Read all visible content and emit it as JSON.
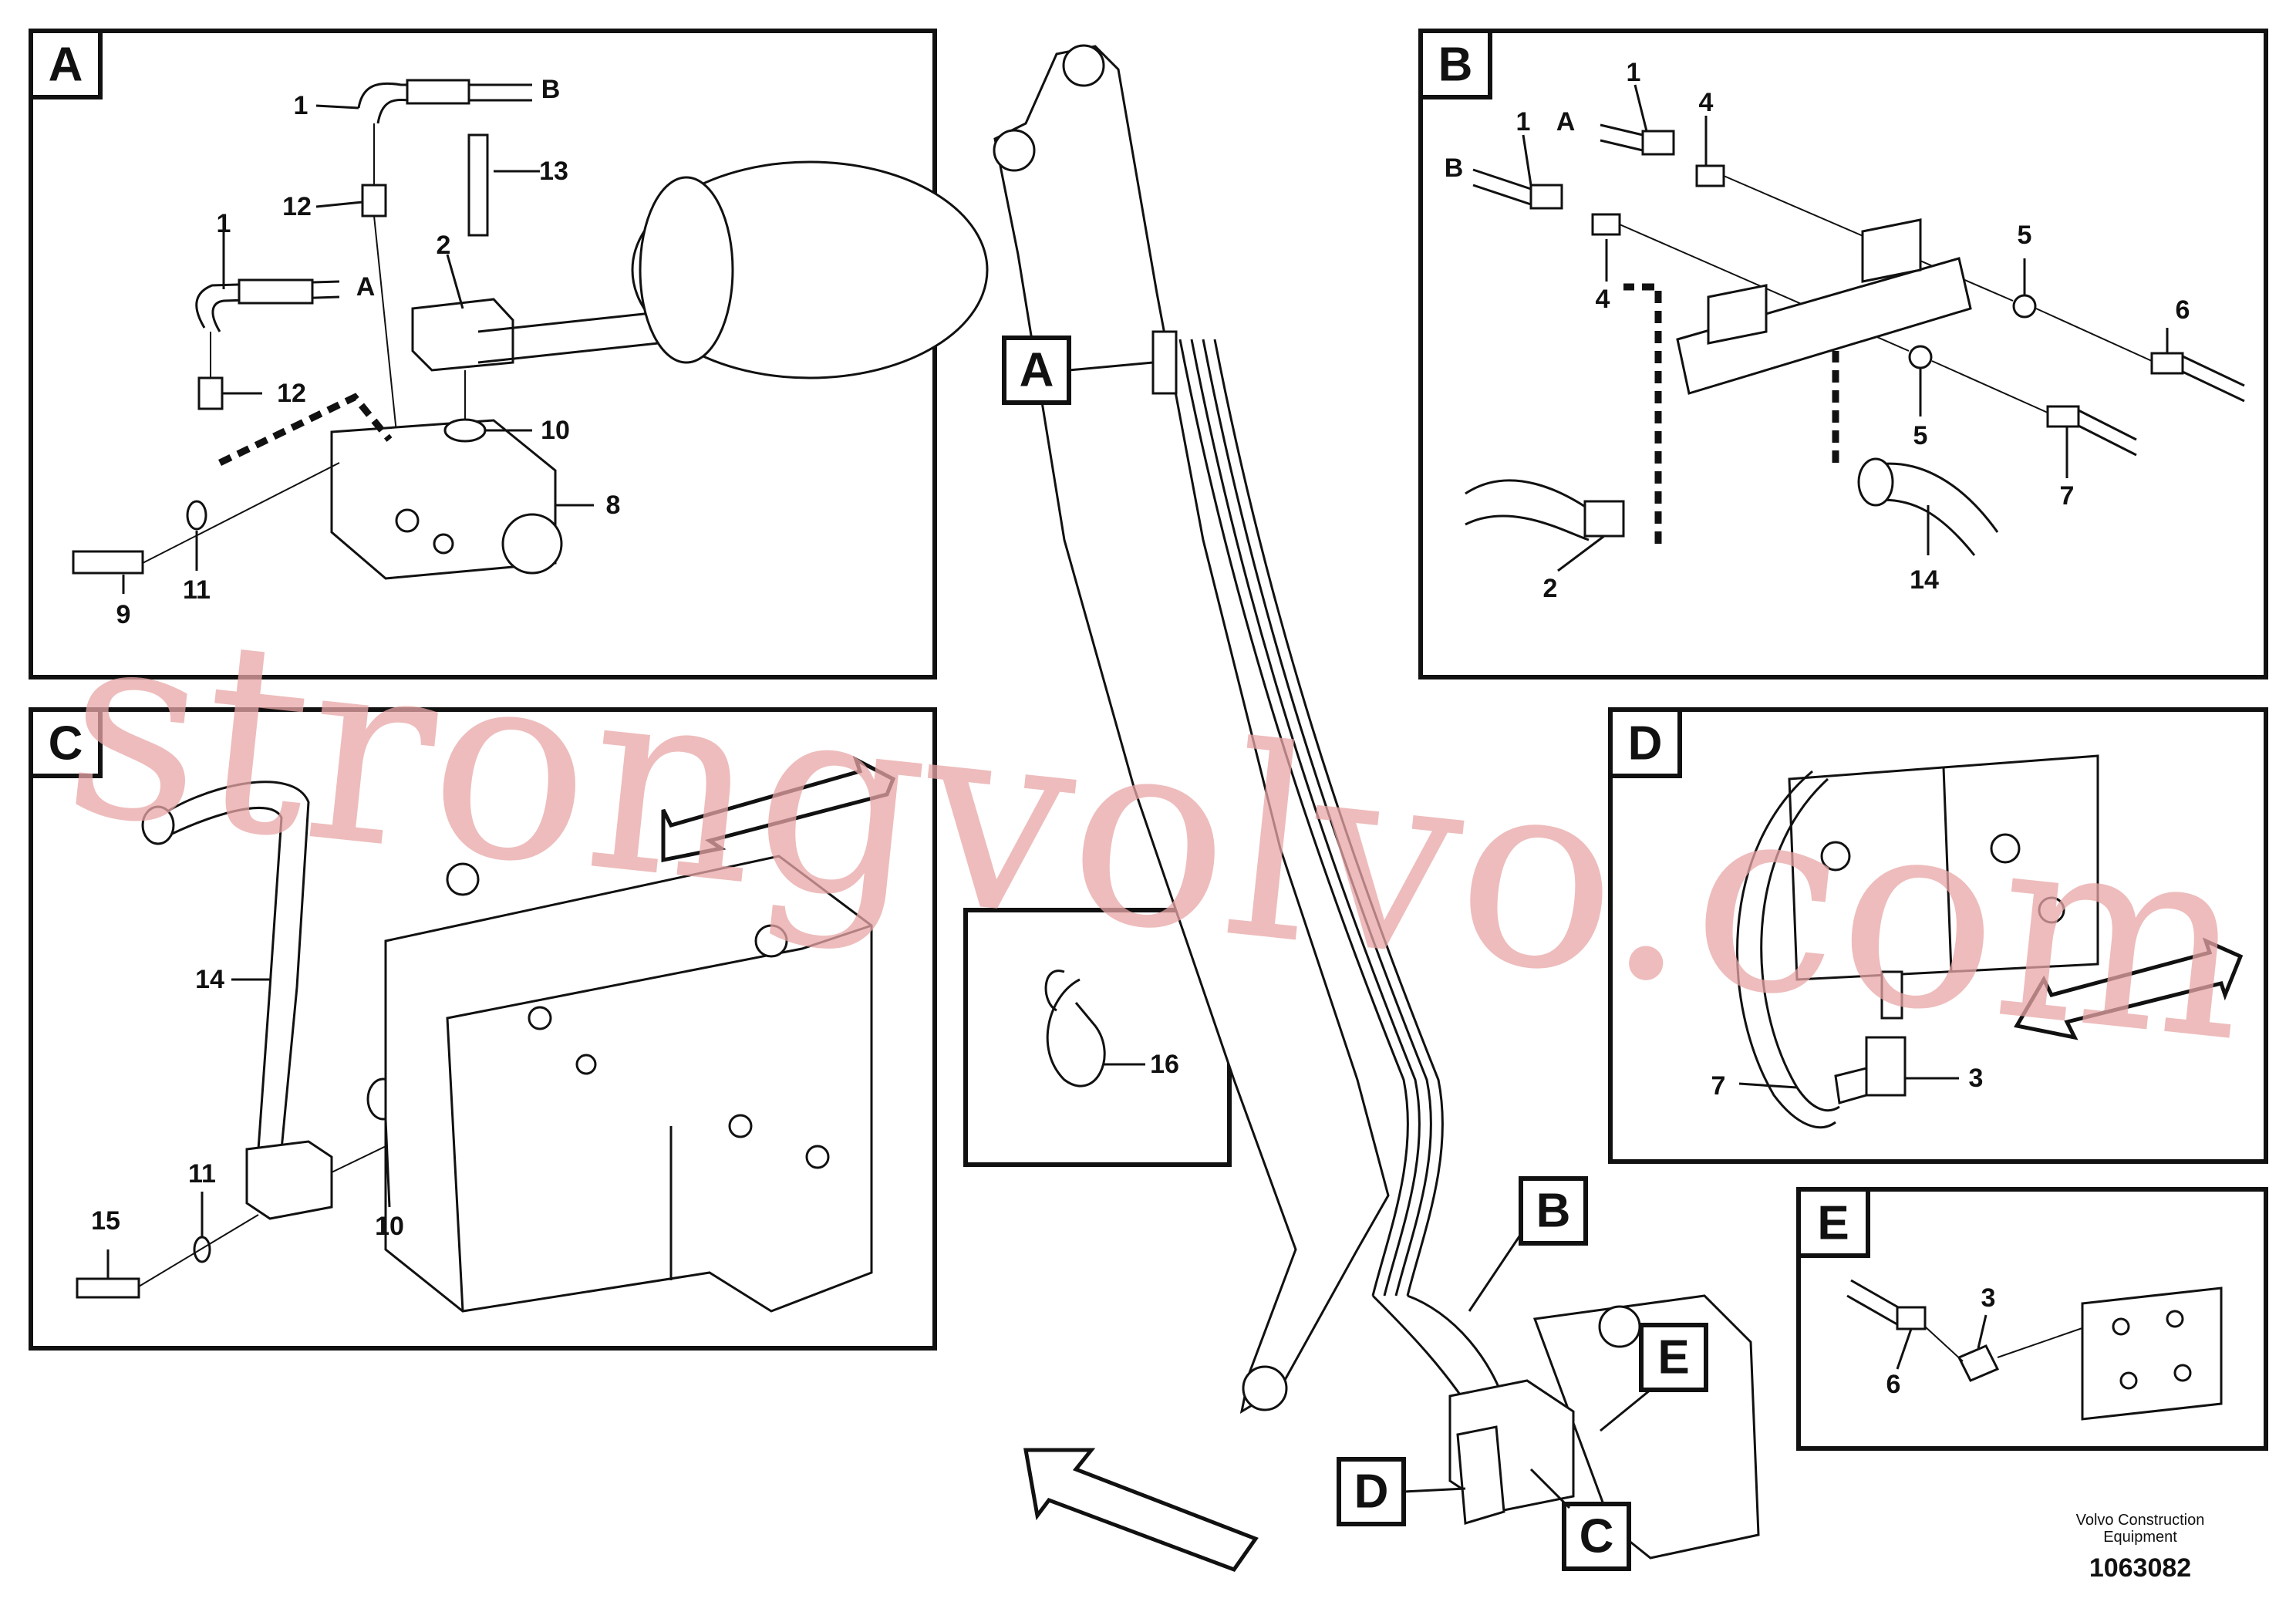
{
  "panels": {
    "A": {
      "letter": "A",
      "labels": [
        "1",
        "B",
        "13",
        "12",
        "1",
        "2",
        "A",
        "12",
        "10",
        "8",
        "9",
        "11"
      ]
    },
    "B": {
      "letter": "B",
      "labels": [
        "1",
        "1",
        "A",
        "4",
        "B",
        "4",
        "5",
        "6",
        "5",
        "7",
        "2",
        "14"
      ]
    },
    "C": {
      "letter": "C",
      "labels": [
        "14",
        "11",
        "15",
        "10"
      ]
    },
    "D": {
      "letter": "D",
      "labels": [
        "7",
        "3"
      ]
    },
    "E": {
      "letter": "E",
      "labels": [
        "3",
        "6"
      ]
    },
    "clip": {
      "labels": [
        "16"
      ]
    }
  },
  "callouts": {
    "A": "A",
    "B": "B",
    "C": "C",
    "D": "D",
    "E": "E"
  },
  "watermark": "strongvolvo.com",
  "footer": {
    "company": "Volvo Construction Equipment",
    "drawing_number": "1063082"
  },
  "colors": {
    "line": "#111111",
    "watermark": "#e8a6a6",
    "background": "#ffffff"
  }
}
